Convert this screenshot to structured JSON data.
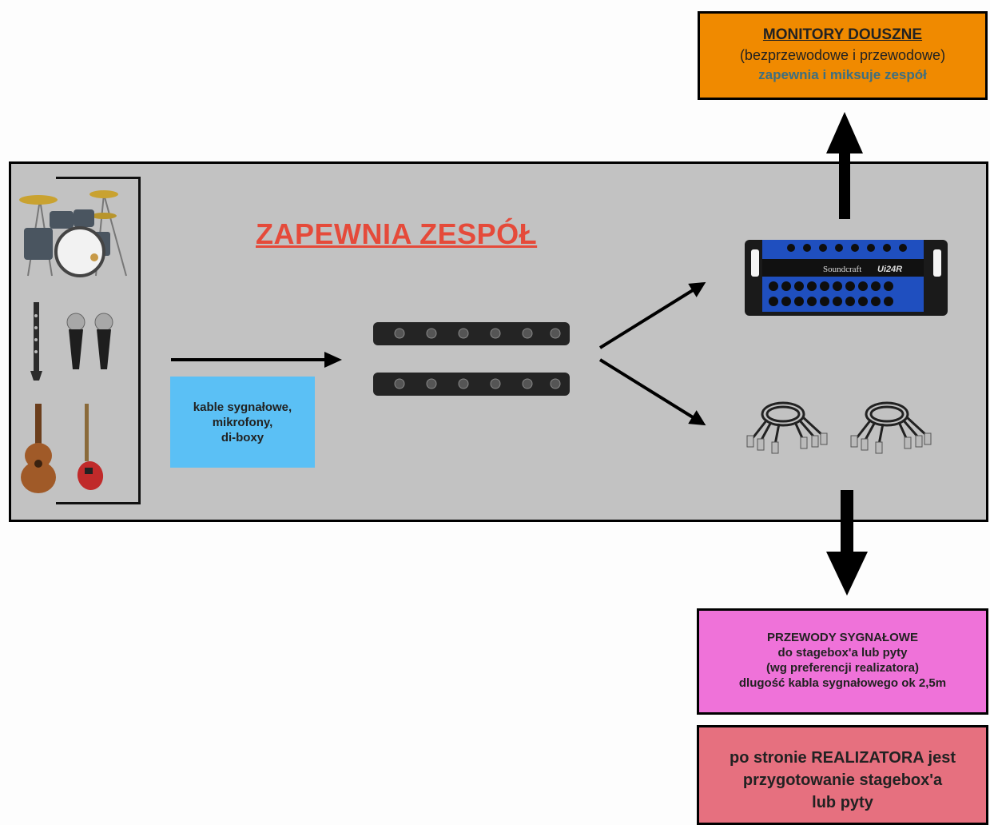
{
  "monitors": {
    "title": "MONITORY DOUSZNE",
    "line2": "(bezprzewodowe i przewodowe)",
    "line3": "zapewnia i miksuje zespół"
  },
  "stage": {
    "title": "ZAPEWNIA ZESPÓŁ"
  },
  "cables_label": {
    "line1": "kable sygnałowe,",
    "line2": "mikrofony,",
    "line3": "di-boxy"
  },
  "signal_box": {
    "line1": "PRZEWODY SYGNAŁOWE",
    "line2": "do stagebox'a lub pyty",
    "line3": "(wg preferencji realizatora)",
    "line4": "dlugość kabla sygnałowego ok 2,5m"
  },
  "realizator_box": {
    "line1": "po stronie REALIZATORA jest",
    "line2": "przygotowanie stagebox'a",
    "line3": "lub pyty"
  },
  "mixer": {
    "brand": "Soundcraft",
    "model": "Ui24R"
  },
  "colors": {
    "stage_bg": "#c2c2c2",
    "title_red": "#e54a3a",
    "monitors_orange": "#f08a00",
    "cables_blue": "#5bc0f5",
    "signal_pink": "#ef72d9",
    "realizator_rose": "#e6707f",
    "mixer_blue": "#1f4fbf"
  }
}
